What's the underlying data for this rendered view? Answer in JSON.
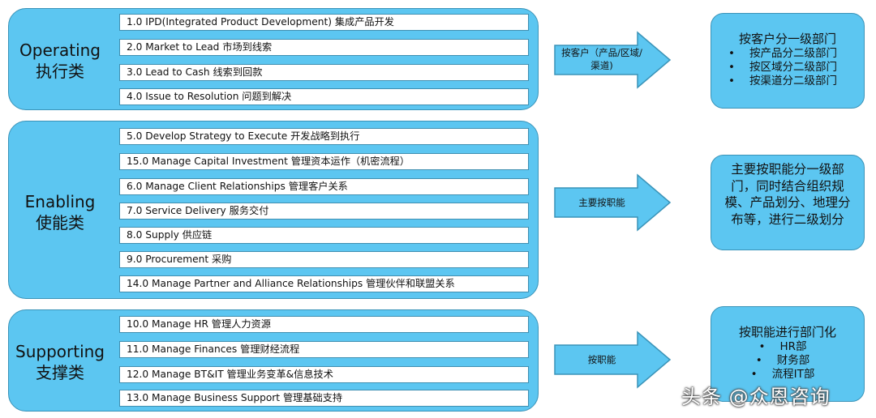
{
  "groups": {
    "operating": {
      "label_en": "Operating",
      "label_zh": "执行类",
      "items": [
        "1.0 IPD(Integrated Product Development) 集成产品开发",
        "2.0 Market to Lead 市场到线索",
        "3.0 Lead to Cash 线索到回款",
        "4.0 Issue to Resolution 问题到解决"
      ]
    },
    "enabling": {
      "label_en": "Enabling",
      "label_zh": "使能类",
      "items": [
        "5.0 Develop  Strategy to Execute 开发战略到执行",
        "15.0 Manage Capital Investment 管理资本运作（机密流程）",
        "6.0 Manage Client Relationships 管理客户关系",
        "7.0 Service Delivery 服务交付",
        "8.0 Supply 供应链",
        "9.0 Procurement 采购",
        "14.0 Manage Partner and Alliance Relationships 管理伙伴和联盟关系"
      ]
    },
    "supporting": {
      "label_en": "Supporting",
      "label_zh": "支撑类",
      "items": [
        "10.0 Manage HR 管理人力资源",
        "11.0 Manage Finances 管理财经流程",
        "12.0 Manage BT&IT 管理业务变革&信息技术",
        "13.0 Manage Business Support 管理基础支持"
      ]
    }
  },
  "arrows": {
    "operating": "按客户（产品/区域/渠道)",
    "enabling": "主要按职能",
    "supporting": "按职能"
  },
  "boxes": {
    "operating": {
      "title": "按客户分一级部门",
      "bullets": [
        "按产品分二级部门",
        "按区域分二级部门",
        "按渠道分二级部门"
      ]
    },
    "enabling": {
      "text": "主要按职能分一级部门，同时结合组织规模、产品划分、地理分布等，进行二级划分"
    },
    "supporting": {
      "title": "按职能进行部门化",
      "bullets": [
        "HR部",
        "财务部",
        "流程IT部"
      ]
    }
  },
  "watermark": "头条 @众恩咨询",
  "colors": {
    "fill": "#5cc6f1",
    "border": "#3a93b8",
    "item_bg": "#ffffff"
  }
}
